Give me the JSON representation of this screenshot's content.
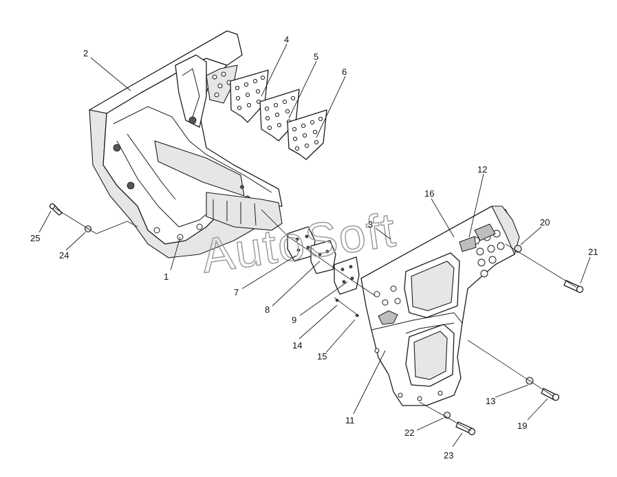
{
  "watermark": "AutoSoft",
  "callouts": [
    {
      "id": "1",
      "label": "1"
    },
    {
      "id": "2",
      "label": "2"
    },
    {
      "id": "3",
      "label": "3"
    },
    {
      "id": "4",
      "label": "4"
    },
    {
      "id": "5",
      "label": "5"
    },
    {
      "id": "6",
      "label": "6"
    },
    {
      "id": "7",
      "label": "7"
    },
    {
      "id": "8",
      "label": "8"
    },
    {
      "id": "9",
      "label": "9"
    },
    {
      "id": "11",
      "label": "11"
    },
    {
      "id": "12",
      "label": "12"
    },
    {
      "id": "13",
      "label": "13"
    },
    {
      "id": "14",
      "label": "14"
    },
    {
      "id": "15",
      "label": "15"
    },
    {
      "id": "16",
      "label": "16"
    },
    {
      "id": "19",
      "label": "19"
    },
    {
      "id": "20",
      "label": "20"
    },
    {
      "id": "21",
      "label": "21"
    },
    {
      "id": "22",
      "label": "22"
    },
    {
      "id": "23",
      "label": "23"
    },
    {
      "id": "24",
      "label": "24"
    },
    {
      "id": "25",
      "label": "25"
    }
  ]
}
